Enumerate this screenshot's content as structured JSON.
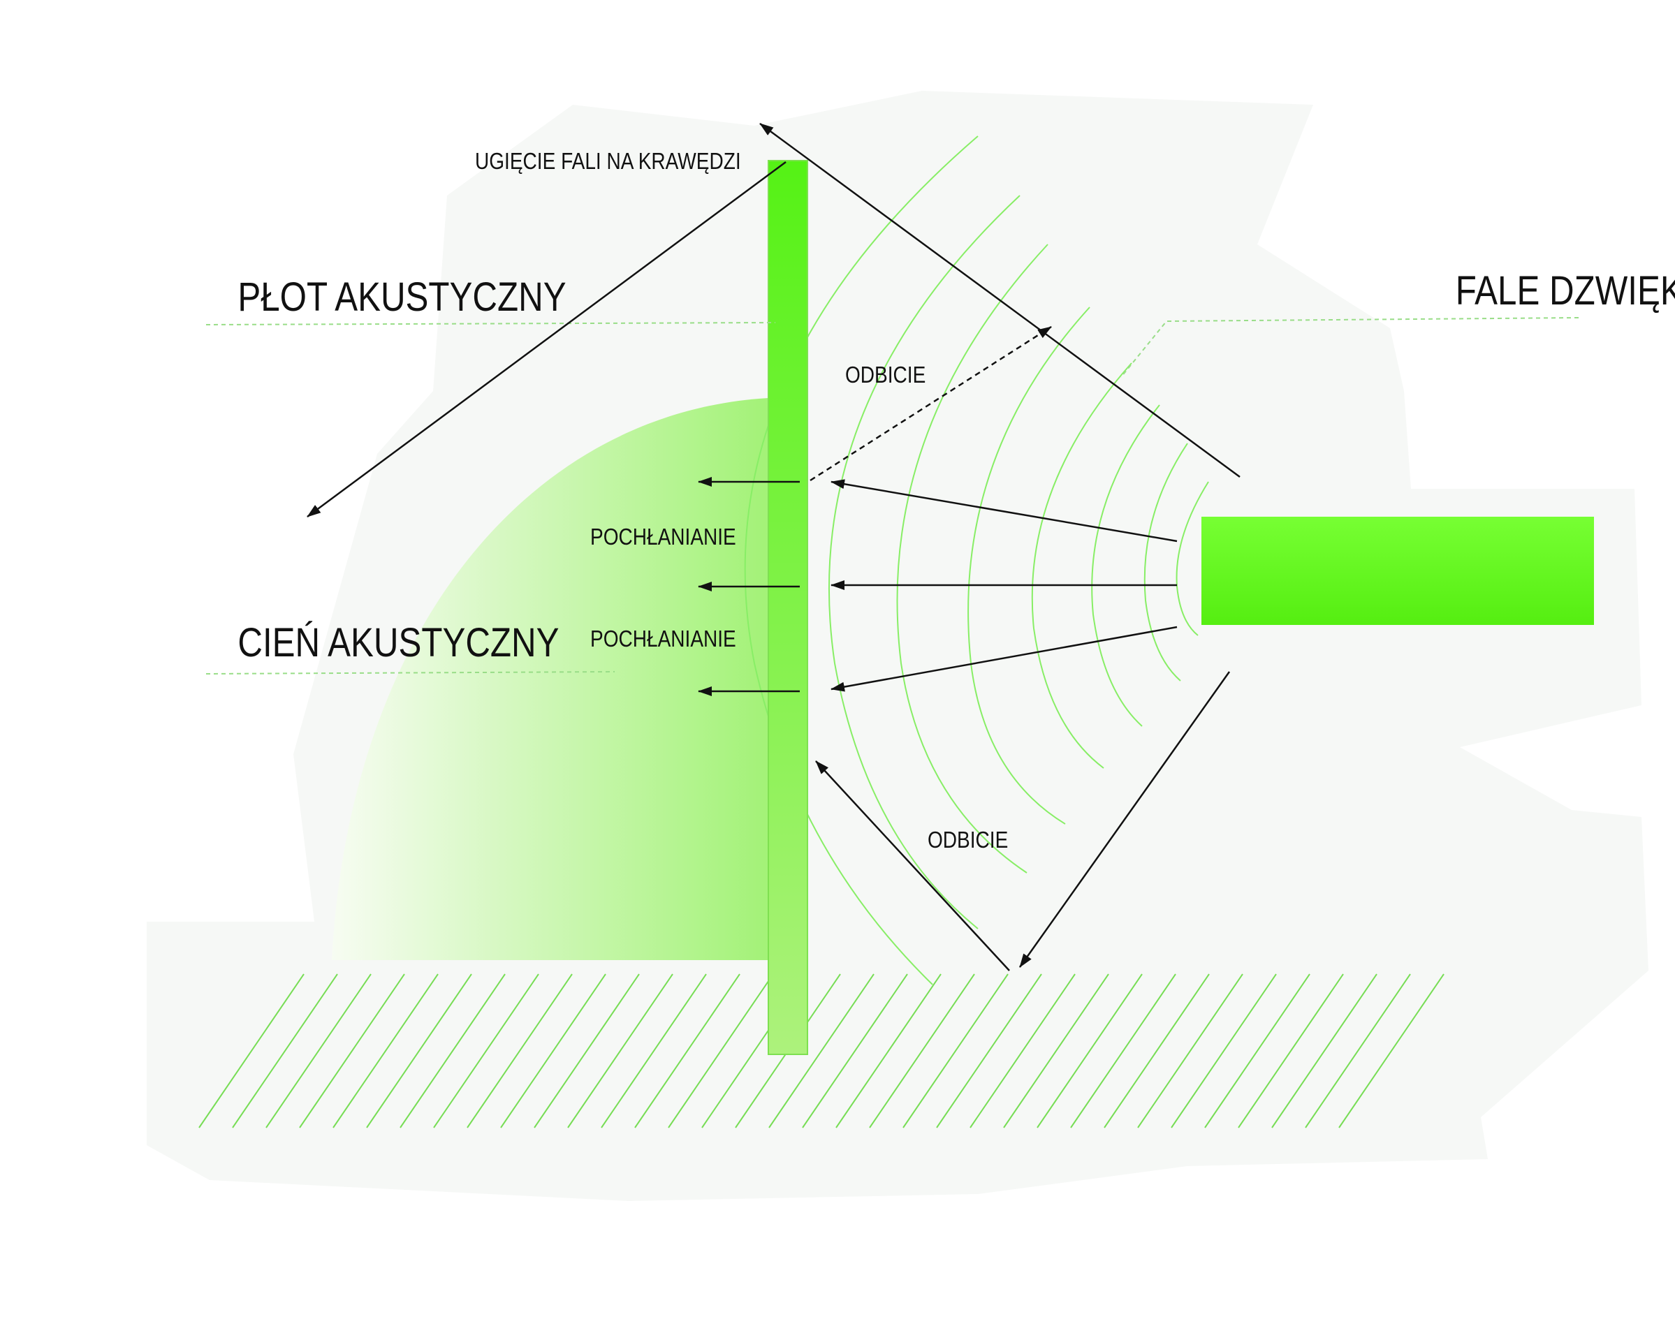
{
  "labels": {
    "fence": "PŁOT AKUSTYCZNY",
    "shadow": "CIEŃ AKUSTYCZNY",
    "waves": "FALE DZWIĘKOWE",
    "diffraction": "UGIĘCIE FALI NA KRAWĘDZI",
    "reflection_upper": "ODBICIE",
    "reflection_lower": "ODBICIE",
    "absorption_1": "POCHŁANIANIE",
    "absorption_2": "POCHŁANIANIE"
  },
  "colors": {
    "accent_green": "#66ff22",
    "fence_top": "#5cf51c",
    "fence_bottom": "#aaf078",
    "wave_line": "#88ee66",
    "hatch": "#77dd55",
    "shadow_light": "#f2fbea",
    "shadow_dark": "#a6f27a",
    "arrow": "#111111",
    "background_blob": "#f6f8f6"
  }
}
